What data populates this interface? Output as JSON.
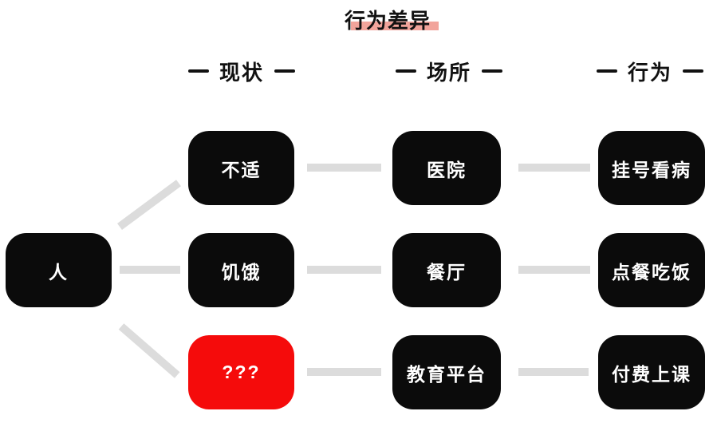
{
  "title": {
    "text": "行为差异"
  },
  "column_headers": [
    {
      "label": "现状"
    },
    {
      "label": "场所"
    },
    {
      "label": "行为"
    }
  ],
  "root_node": {
    "label": "人"
  },
  "rows": [
    {
      "status": "不适",
      "place": "医院",
      "behavior": "挂号看病"
    },
    {
      "status": "饥饿",
      "place": "餐厅",
      "behavior": "点餐吃饭"
    },
    {
      "status": "???",
      "place": "教育平台",
      "behavior": "付费上课"
    }
  ],
  "colors": {
    "node_black": "#0b0b0b",
    "node_red": "#f50b0b",
    "node_text": "#ffffff",
    "connector_gray": "#dcdcdc",
    "title_highlight": "#f2a49b",
    "heading_text": "#111111"
  }
}
